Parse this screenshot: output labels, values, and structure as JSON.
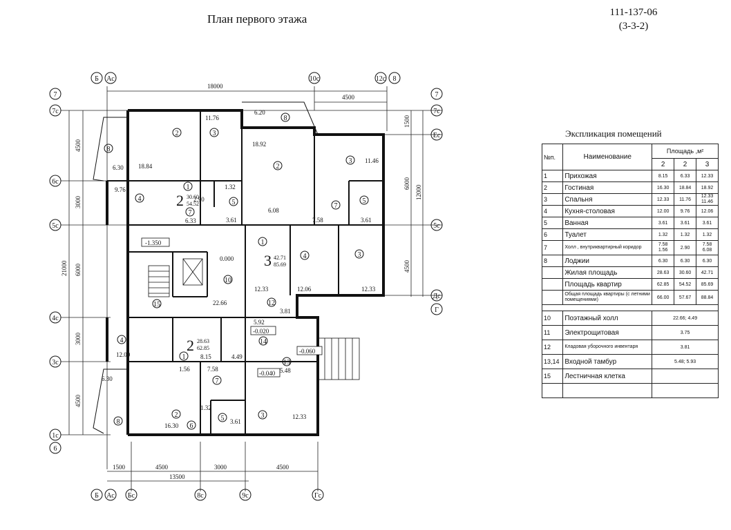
{
  "title": "План первого этажа",
  "doc_code": [
    "111-137-06",
    "(3-3-2)"
  ],
  "axes": {
    "top": [
      "Б",
      "Ас",
      "10с",
      "12с",
      "8"
    ],
    "bottom": [
      "Б",
      "Ас",
      "Бс",
      "8с",
      "9с",
      "Гс"
    ],
    "left": [
      "7",
      "7с",
      "6с",
      "5с",
      "4с",
      "3с",
      "1с",
      "6"
    ],
    "right": [
      "7",
      "7с",
      "Ес",
      "5с",
      "Дс",
      "Г"
    ]
  },
  "dimensions": {
    "top_total": "18000",
    "top_right": "4500",
    "left_total": "21000",
    "left_parts": [
      "4500",
      "3000",
      "6000",
      "3000",
      "4500"
    ],
    "right_outer": "12000",
    "right_parts": [
      "1500",
      "6000",
      "4500"
    ],
    "bottom_parts": [
      "1500",
      "4500",
      "3000",
      "4500"
    ],
    "bottom_total": "13500"
  },
  "apartments": [
    {
      "type": "2",
      "living": "30.60",
      "total": "54.52"
    },
    {
      "type": "3",
      "living": "42.71",
      "total": "85.69"
    },
    {
      "type": "2",
      "living": "28.63",
      "total": "62.85"
    }
  ],
  "room_numbers": [
    "1",
    "2",
    "3",
    "4",
    "5",
    "6",
    "7",
    "8",
    "10",
    "12",
    "13",
    "14",
    "15"
  ],
  "areas": [
    "6.30",
    "18.84",
    "11.76",
    "6.20",
    "18.92",
    "11.46",
    "9.76",
    "2.90",
    "1.32",
    "3.61",
    "6.33",
    "6.08",
    "7.58",
    "3.61",
    "0.000",
    "12.33",
    "12.06",
    "12.33",
    "22.66",
    "3.81",
    "5.92",
    "12.00",
    "8.15",
    "7.58",
    "4.49",
    "1.56",
    "5.48",
    "6.30",
    "16.30",
    "1.32",
    "3.61",
    "12.33"
  ],
  "levels": [
    "-1.350",
    "0.000",
    "-0.020",
    "-0.060",
    "-0.040"
  ],
  "explication": {
    "title": "Экспликация помещений",
    "head": {
      "no": "№п.",
      "name": "Наименование",
      "area": "Площадь ,м²",
      "cols": [
        "2",
        "2",
        "3"
      ]
    },
    "rows": [
      {
        "no": "1",
        "name": "Прихожая",
        "v": [
          "8.15",
          "6.33",
          "12.33"
        ]
      },
      {
        "no": "2",
        "name": "Гостиная",
        "v": [
          "16.30",
          "18.84",
          "18.92"
        ]
      },
      {
        "no": "3",
        "name": "Спальня",
        "v": [
          "12.33",
          "11.76",
          "12.33 11.46"
        ]
      },
      {
        "no": "4",
        "name": "Кухня-столовая",
        "v": [
          "12.00",
          "9.76",
          "12.06"
        ]
      },
      {
        "no": "5",
        "name": "Ванная",
        "v": [
          "3.61",
          "3.61",
          "3.61"
        ]
      },
      {
        "no": "6",
        "name": "Туалет",
        "v": [
          "1.32",
          "1.32",
          "1.32"
        ]
      },
      {
        "no": "7",
        "name": "Холл , внутриквартирный коридор",
        "v": [
          "7.58 1.56",
          "2.90",
          "7.58 6.08"
        ]
      },
      {
        "no": "8",
        "name": "Лоджии",
        "v": [
          "6.30",
          "6.30",
          "6.30"
        ]
      },
      {
        "no": "",
        "name": "Жилая площадь",
        "v": [
          "28.63",
          "30.60",
          "42.71"
        ]
      },
      {
        "no": "",
        "name": "Площадь квартир",
        "v": [
          "62.85",
          "54.52",
          "85.69"
        ]
      },
      {
        "no": "",
        "name": "Общая площадь квартиры (с летними помещениями)",
        "v": [
          "66.00",
          "57.67",
          "88.84"
        ]
      }
    ],
    "extra": [
      {
        "no": "10",
        "name": "Поэтажный холл",
        "v": "22.66; 4.49"
      },
      {
        "no": "11",
        "name": "Электрощитовая",
        "v": "3.75"
      },
      {
        "no": "12",
        "name": "Кладовая уборочного инвентаря",
        "v": "3.81"
      },
      {
        "no": "13,14",
        "name": "Входной тамбур",
        "v": "5.48; 5.93"
      },
      {
        "no": "15",
        "name": "Лестничная клетка",
        "v": ""
      }
    ]
  }
}
